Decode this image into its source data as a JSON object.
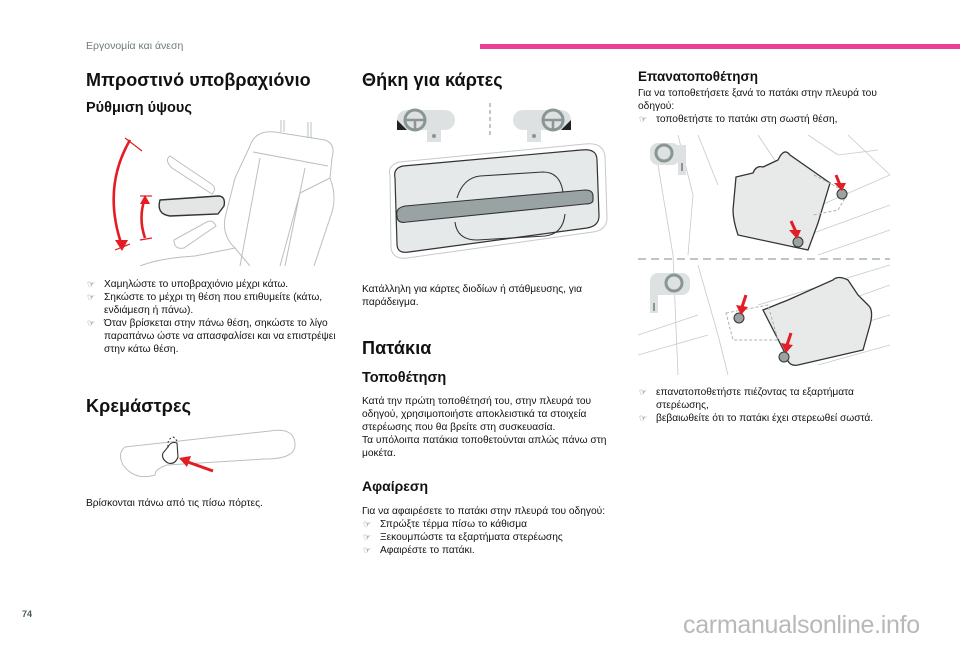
{
  "header": {
    "section_label": "Εργονομία και άνεση",
    "accent_color": "#ee3d96"
  },
  "col1": {
    "title": "Μπροστινό υποβραχιόνιο",
    "subtitle": "Ρύθμιση ύψους",
    "bullets": [
      "Χαμηλώστε το υποβραχιόνιο μέχρι κάτω.",
      "Σηκώστε το μέχρι τη θέση που επιθυμείτε (κάτω, ενδιάμεση ή πάνω).",
      "Όταν βρίσκεται στην πάνω θέση, σηκώστε το λίγο παραπάνω ώστε να απασφαλίσει και να επιστρέψει στην κάτω θέση."
    ],
    "hooks_title": "Κρεμάστρες",
    "hooks_text": "Βρίσκονται πάνω από τις πίσω πόρτες."
  },
  "col2": {
    "title": "Θήκη για κάρτες",
    "card_text": "Κατάλληλη για κάρτες διοδίων ή στάθμευσης, για παράδειγμα.",
    "mats_title": "Πατάκια",
    "fitting_title": "Τοποθέτηση",
    "fitting_text_1": "Κατά την πρώτη τοποθέτησή του, στην πλευρά του οδηγού, χρησιμοποιήστε αποκλειστικά τα στοιχεία στερέωσης που θα βρείτε στη συσκευασία.",
    "fitting_text_2": "Τα υπόλοιπα πατάκια τοποθετούνται απλώς πάνω στη μοκέτα.",
    "removal_title": "Αφαίρεση",
    "removal_intro": "Για να αφαιρέσετε το πατάκι στην πλευρά του οδηγού:",
    "removal_bullets": [
      "Σπρώξτε τέρμα πίσω το κάθισμα",
      "Ξεκουμπώστε τα εξαρτήματα στερέωσης",
      "Αφαιρέστε το πατάκι."
    ]
  },
  "col3": {
    "title": "Επανατοποθέτηση",
    "intro": "Για να τοποθετήσετε ξανά το πατάκι στην πλευρά του οδηγού:",
    "bullets_top": [
      "τοποθετήστε το πατάκι στη σωστή θέση,"
    ],
    "bullets_bottom": [
      "επανατοποθετήστε πιέζοντας τα εξαρτήματα στερέωσης,",
      "βεβαιωθείτε ότι το πατάκι έχει στερεωθεί σωστά."
    ]
  },
  "bullet_glyph": "☞",
  "footer": {
    "page_number": "74",
    "watermark": "carmanualsonline.info"
  }
}
